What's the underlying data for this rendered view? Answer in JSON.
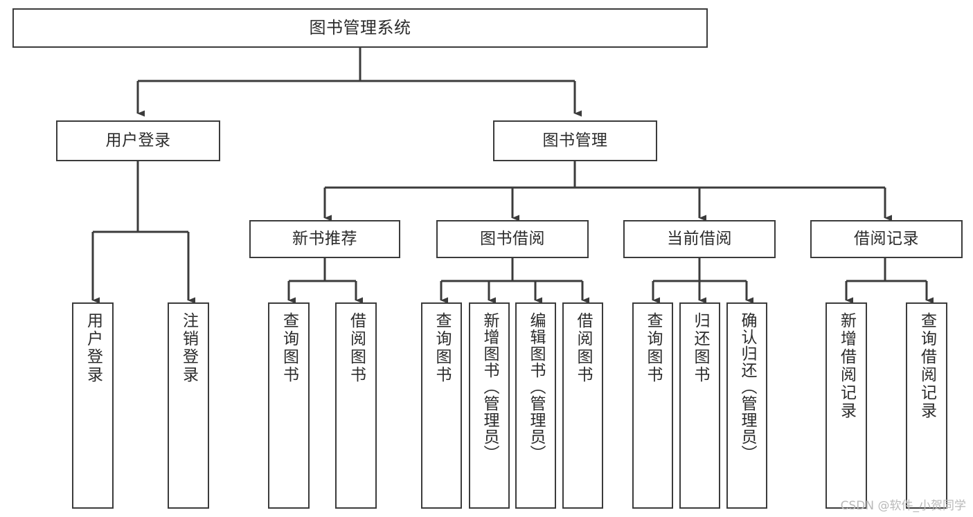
{
  "diagram": {
    "type": "tree-hierarchy",
    "title": "图书管理系统",
    "orientation": "top-down",
    "colors": {
      "background": "#ffffff",
      "box_border": "#3b3b3b",
      "box_fill": "#ffffff",
      "text": "#2b2b2b",
      "connector": "#3b3b3b",
      "watermark": "#b9b9b9"
    }
  },
  "root": {
    "label": "图书管理系统"
  },
  "level1": [
    {
      "label": "用户登录"
    },
    {
      "label": "图书管理"
    }
  ],
  "level2": [
    {
      "label": "新书推荐"
    },
    {
      "label": "图书借阅"
    },
    {
      "label": "当前借阅"
    },
    {
      "label": "借阅记录"
    }
  ],
  "leaves": {
    "user_login": [
      {
        "label": "用户登录"
      },
      {
        "label": "注销登录"
      }
    ],
    "new_book_recommend": [
      {
        "label": "查询图书"
      },
      {
        "label": "借阅图书"
      }
    ],
    "book_borrow": [
      {
        "label": "查询图书"
      },
      {
        "label": "新增图书（管理员）"
      },
      {
        "label": "编辑图书（管理员）"
      },
      {
        "label": "借阅图书"
      }
    ],
    "current_borrow": [
      {
        "label": "查询图书"
      },
      {
        "label": "归还图书"
      },
      {
        "label": "确认归还（管理员）"
      }
    ],
    "borrow_record": [
      {
        "label": "新增借阅记录"
      },
      {
        "label": "查询借阅记录"
      }
    ]
  },
  "watermark": {
    "text": "CSDN @软件_小贺同学"
  }
}
